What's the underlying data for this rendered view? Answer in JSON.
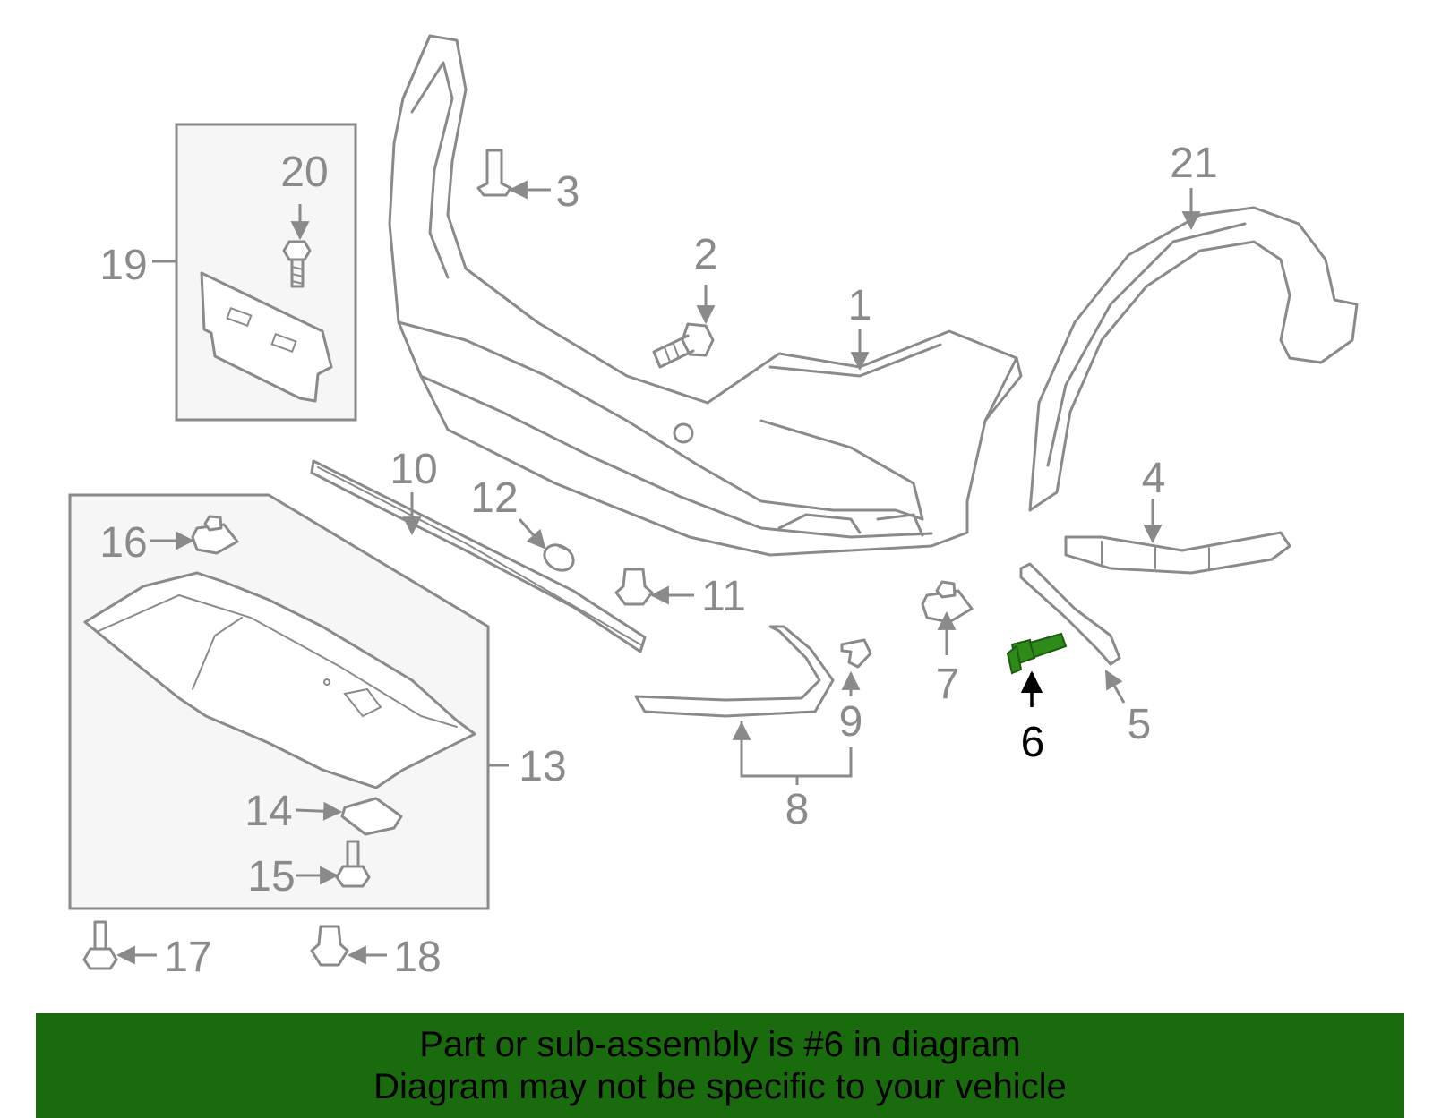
{
  "colors": {
    "line": "#8a8a8a",
    "highlight_part": "#2e8b1a",
    "banner_background": "#1a6b0d",
    "active_label": "#000000"
  },
  "callouts": {
    "c1": "1",
    "c2": "2",
    "c3": "3",
    "c4": "4",
    "c5": "5",
    "c6": "6",
    "c7": "7",
    "c8": "8",
    "c9": "9",
    "c10": "10",
    "c11": "11",
    "c12": "12",
    "c13": "13",
    "c14": "14",
    "c15": "15",
    "c16": "16",
    "c17": "17",
    "c18": "18",
    "c19": "19",
    "c20": "20",
    "c21": "21"
  },
  "highlighted_part": "6",
  "banner": {
    "line1": "Part or sub-assembly is #6 in diagram",
    "line2": "Diagram may not be specific to your vehicle"
  }
}
